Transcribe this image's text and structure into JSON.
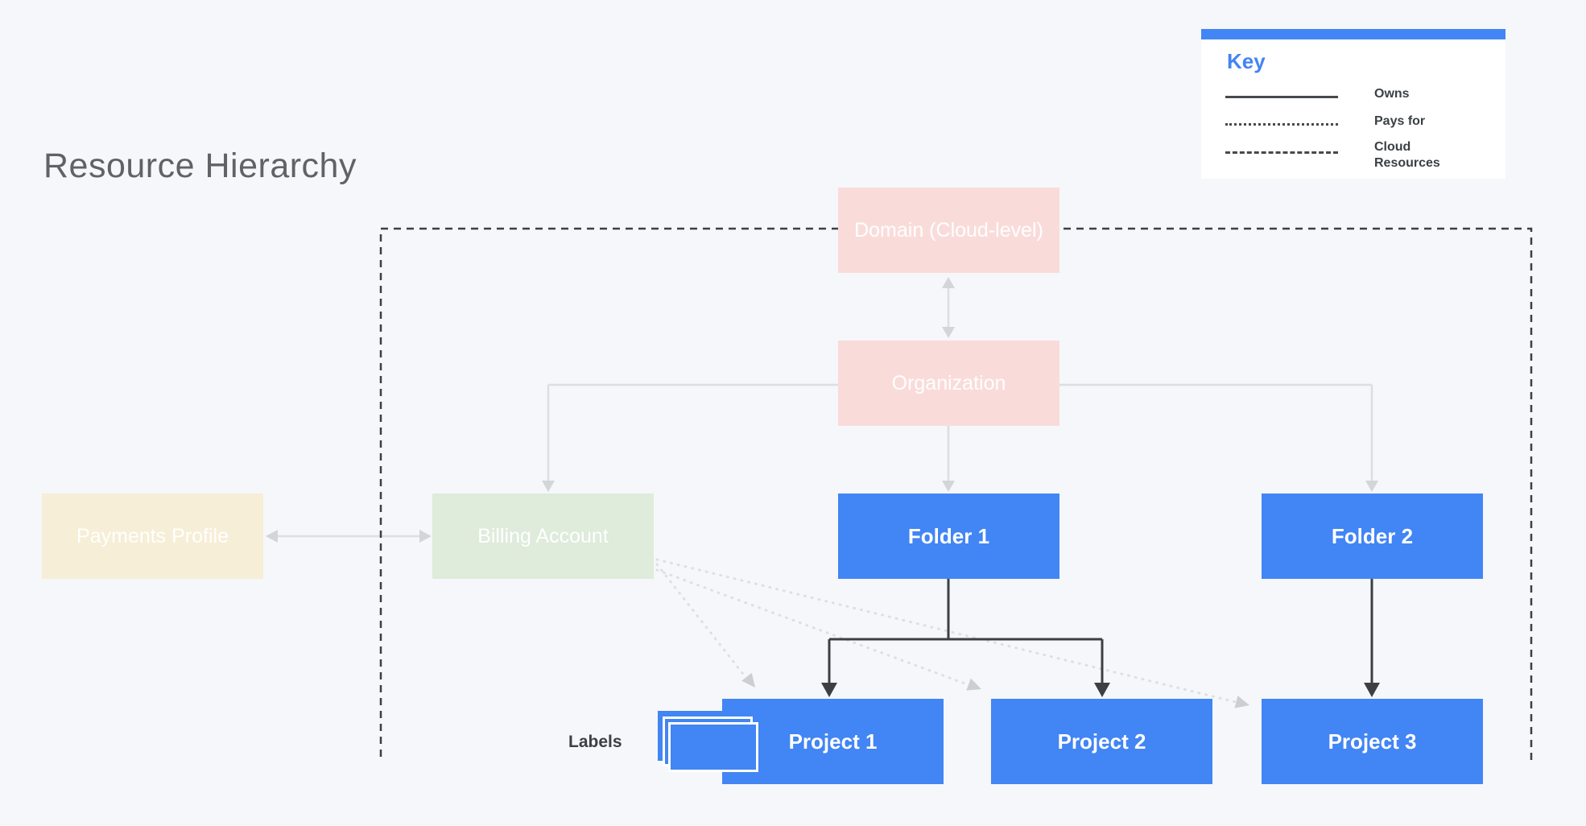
{
  "title": "Resource Hierarchy",
  "key": {
    "title": "Key",
    "items": [
      {
        "line_style": "solid",
        "label": "Owns"
      },
      {
        "line_style": "dotted",
        "label": "Pays for"
      },
      {
        "line_style": "dashed",
        "label": "Cloud Resources"
      }
    ]
  },
  "nodes": {
    "domain": "Domain (Cloud-level)",
    "organization": "Organization",
    "payments_profile": "Payments Profile",
    "billing_account": "Billing Account",
    "folder_1": "Folder 1",
    "folder_2": "Folder 2",
    "project_1": "Project 1",
    "project_2": "Project 2",
    "project_3": "Project 3"
  },
  "labels_caption": "Labels",
  "colors": {
    "background": "#F5F7FA",
    "accent_blue": "#4285F4",
    "pink_node": "#F9DCDA",
    "green_node": "#DFEBDB",
    "beige_node": "#F6EED6",
    "dark_line": "#3C4043",
    "light_line": "#DCDEE1",
    "dotted_line": "#DDDFE2",
    "title_text": "#5F6368",
    "legend_text": "#3C4043"
  }
}
